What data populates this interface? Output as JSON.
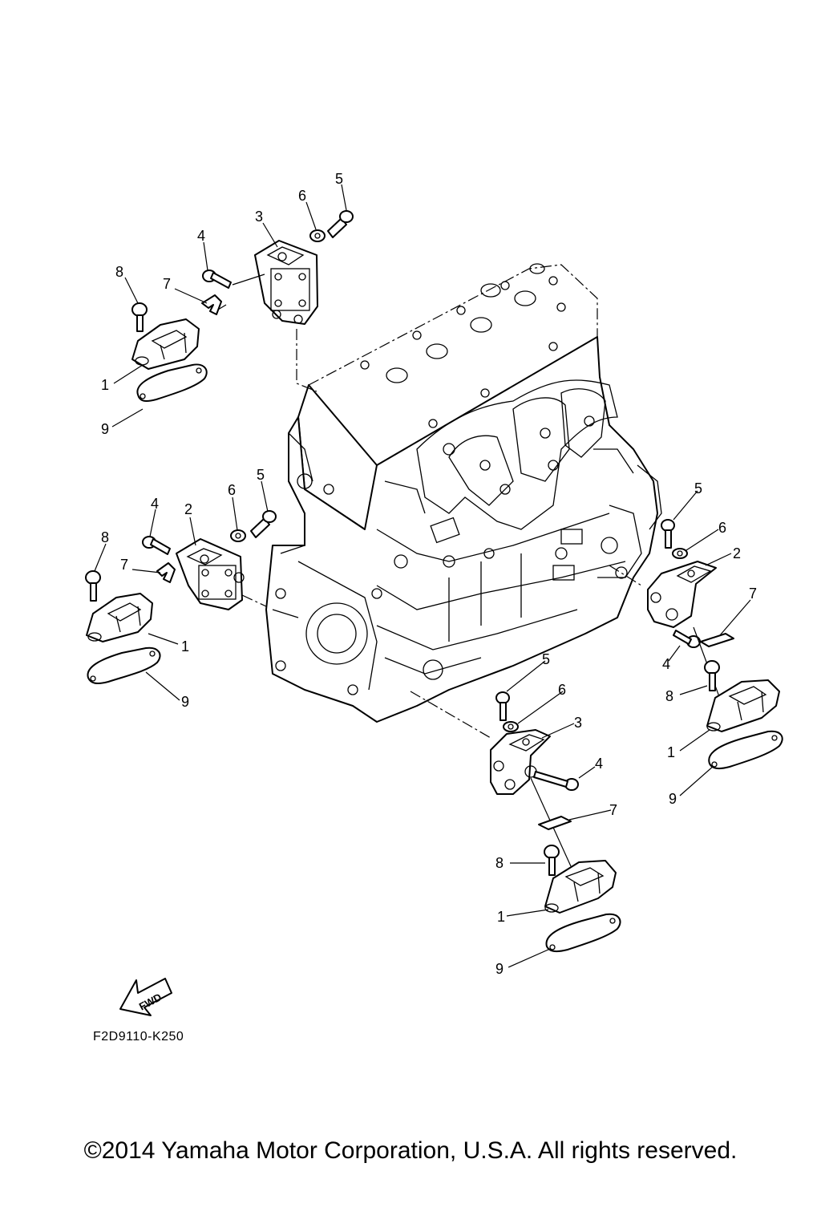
{
  "diagram_code": "F2D9110-K250",
  "copyright": "©2014 Yamaha Motor Corporation, U.S.A. All rights reserved.",
  "fwd_label": "FWD",
  "callouts": {
    "c1": "5",
    "c2": "6",
    "c3": "3",
    "c4": "4",
    "c5": "8",
    "c6": "7",
    "c7": "1",
    "c8": "9",
    "c9": "5",
    "c10": "6",
    "c11": "2",
    "c12": "4",
    "c13": "8",
    "c14": "7",
    "c15": "1",
    "c16": "9",
    "c17": "5",
    "c18": "6",
    "c19": "2",
    "c20": "7",
    "c21": "4",
    "c22": "8",
    "c23": "1",
    "c24": "9",
    "c25": "5",
    "c26": "6",
    "c27": "3",
    "c28": "4",
    "c29": "7",
    "c30": "8",
    "c31": "1",
    "c32": "9"
  }
}
